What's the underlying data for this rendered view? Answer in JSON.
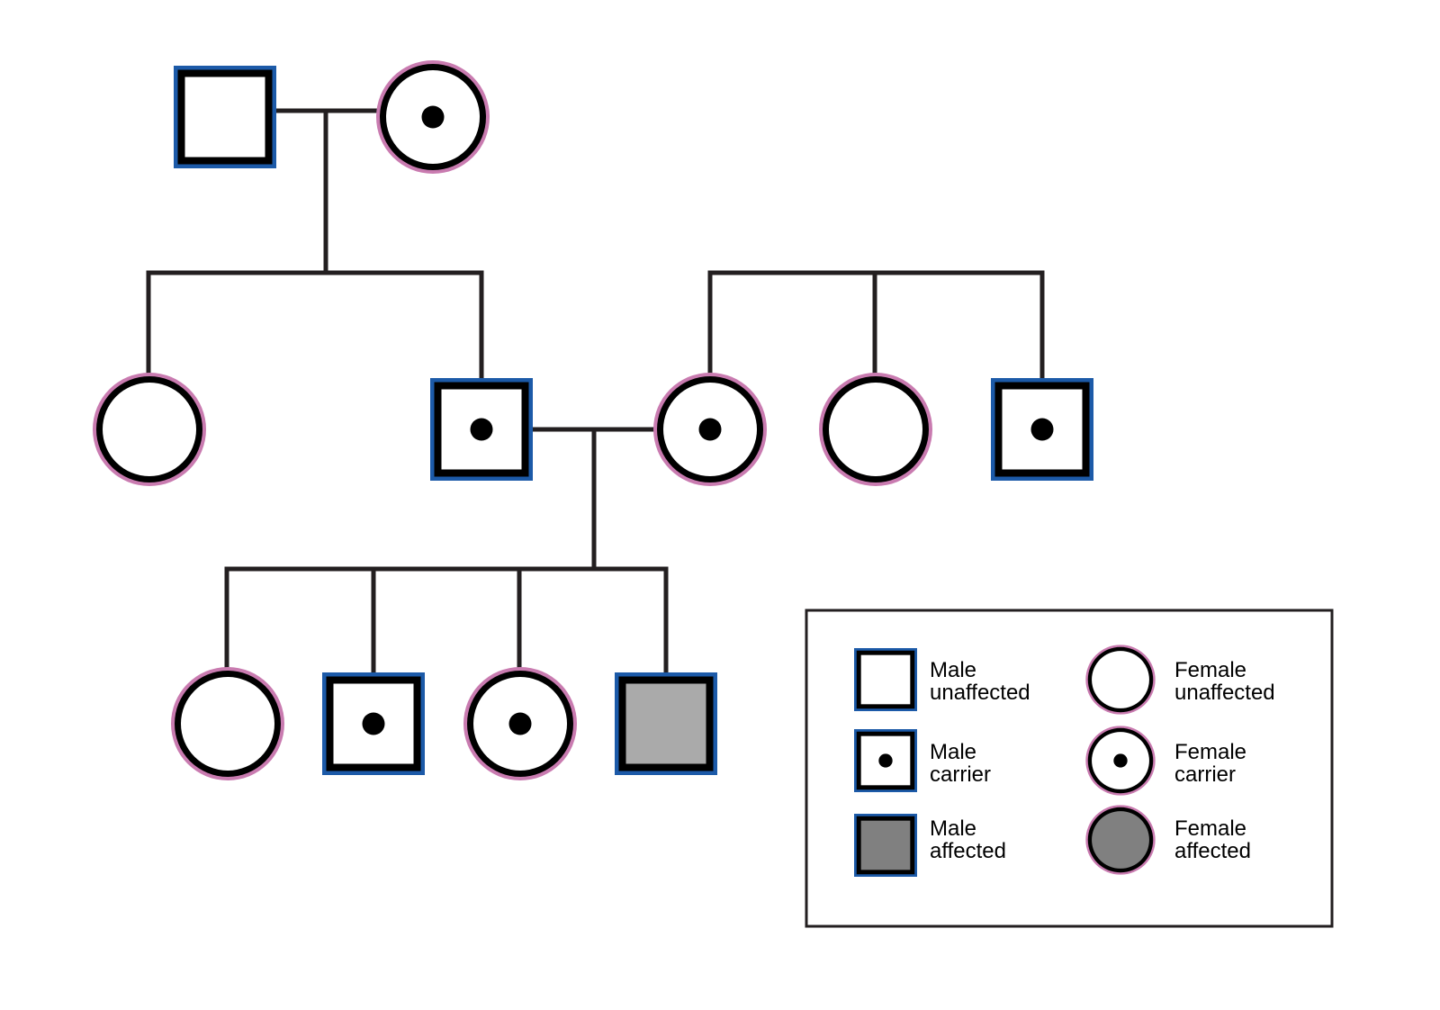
{
  "colors": {
    "line": "#231f20",
    "male_border": "#1c5aa8",
    "female_border": "#c97bb0",
    "affected_fill": "#aaaaaa",
    "legend_affected_fill": "#808080",
    "dot": "#000000",
    "background": "#ffffff"
  },
  "pedigree": {
    "generation_1": [
      {
        "sex": "male",
        "status": "unaffected"
      },
      {
        "sex": "female",
        "status": "carrier"
      }
    ],
    "generation_2": [
      {
        "sex": "female",
        "status": "unaffected"
      },
      {
        "sex": "male",
        "status": "carrier"
      },
      {
        "sex": "female",
        "status": "carrier"
      },
      {
        "sex": "female",
        "status": "unaffected"
      },
      {
        "sex": "male",
        "status": "carrier"
      }
    ],
    "generation_3": [
      {
        "sex": "female",
        "status": "unaffected"
      },
      {
        "sex": "male",
        "status": "carrier"
      },
      {
        "sex": "female",
        "status": "carrier"
      },
      {
        "sex": "male",
        "status": "affected"
      }
    ]
  },
  "legend": {
    "male_unaffected": {
      "line1": "Male",
      "line2": "unaffected"
    },
    "female_unaffected": {
      "line1": "Female",
      "line2": "unaffected"
    },
    "male_carrier": {
      "line1": "Male",
      "line2": "carrier"
    },
    "female_carrier": {
      "line1": "Female",
      "line2": "carrier"
    },
    "male_affected": {
      "line1": "Male",
      "line2": "affected"
    },
    "female_affected": {
      "line1": "Female",
      "line2": "affected"
    }
  }
}
